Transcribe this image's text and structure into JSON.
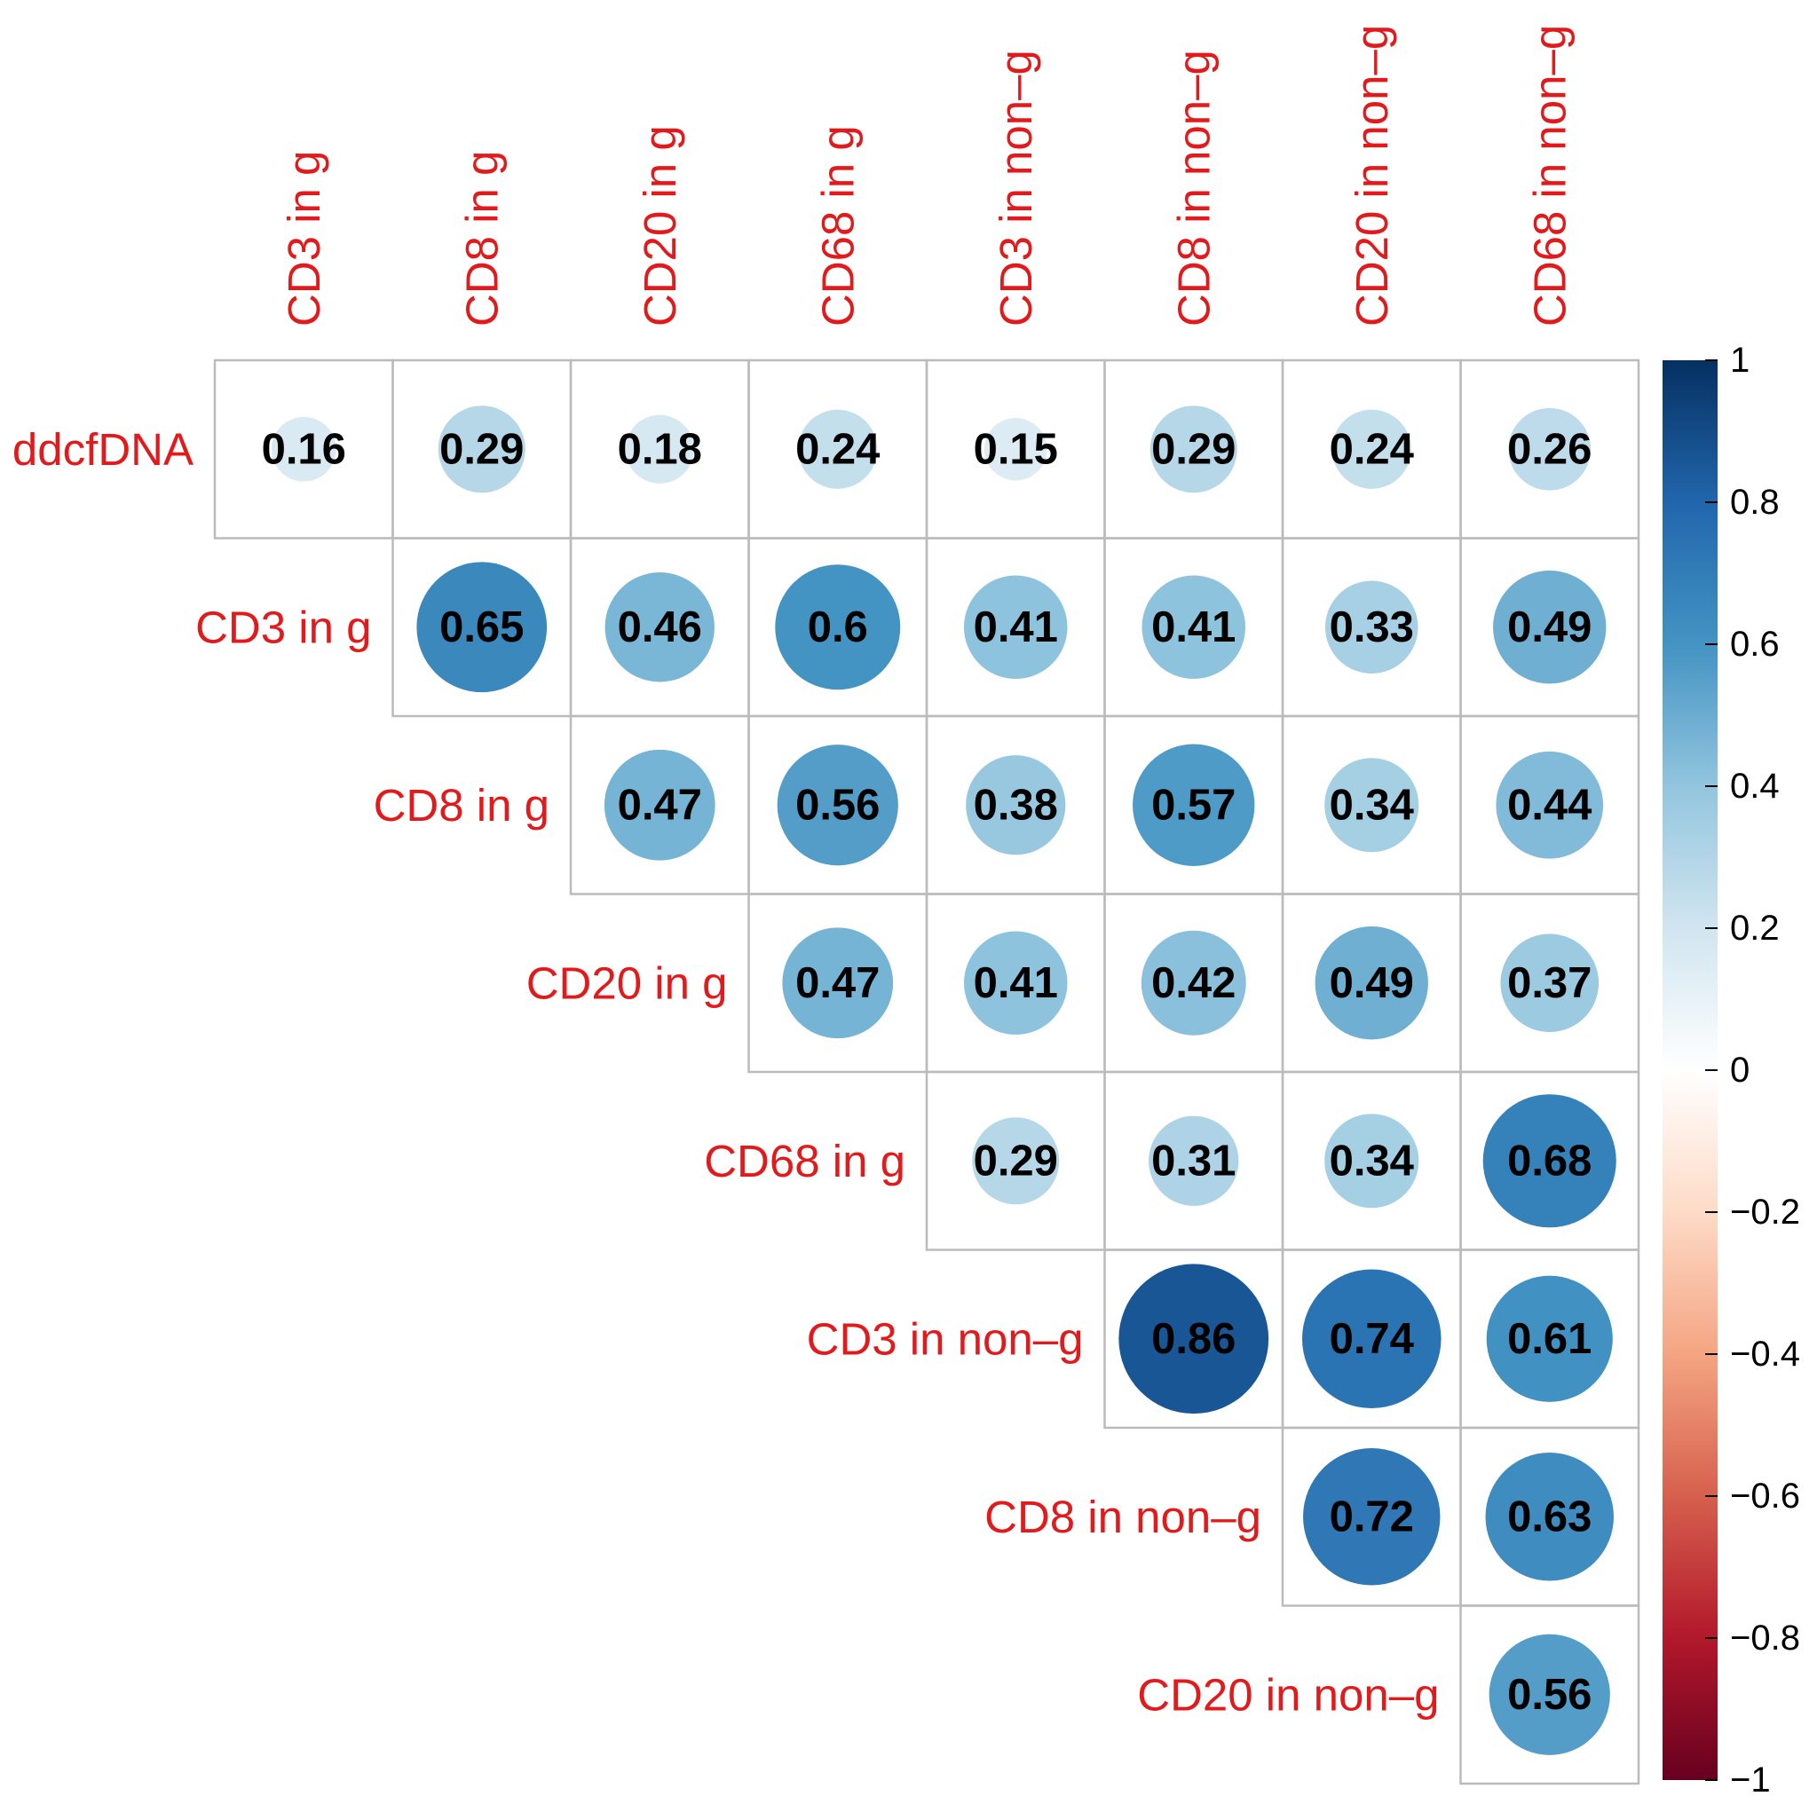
{
  "chart_data": {
    "type": "heatmap",
    "style": "correlation-circle-upper-triangle",
    "row_labels": [
      "ddcfDNA",
      "CD3 in g",
      "CD8 in g",
      "CD20 in g",
      "CD68 in g",
      "CD3 in non–g",
      "CD8 in non–g",
      "CD20 in non–g"
    ],
    "col_labels": [
      "CD3 in g",
      "CD8 in g",
      "CD20 in g",
      "CD68 in g",
      "CD3 in non–g",
      "CD8 in non–g",
      "CD20 in non–g",
      "CD68 in non–g"
    ],
    "values": [
      [
        0.16,
        0.29,
        0.18,
        0.24,
        0.15,
        0.29,
        0.24,
        0.26
      ],
      [
        0.65,
        0.46,
        0.6,
        0.41,
        0.41,
        0.33,
        0.49
      ],
      [
        0.47,
        0.56,
        0.38,
        0.57,
        0.34,
        0.44
      ],
      [
        0.47,
        0.41,
        0.42,
        0.49,
        0.37
      ],
      [
        0.29,
        0.31,
        0.34,
        0.68
      ],
      [
        0.86,
        0.74,
        0.61
      ],
      [
        0.72,
        0.63
      ],
      [
        0.56
      ]
    ],
    "value_labels": [
      [
        "0.16",
        "0.29",
        "0.18",
        "0.24",
        "0.15",
        "0.29",
        "0.24",
        "0.26"
      ],
      [
        "0.65",
        "0.46",
        "0.6",
        "0.41",
        "0.41",
        "0.33",
        "0.49"
      ],
      [
        "0.47",
        "0.56",
        "0.38",
        "0.57",
        "0.34",
        "0.44"
      ],
      [
        "0.47",
        "0.41",
        "0.42",
        "0.49",
        "0.37"
      ],
      [
        "0.29",
        "0.31",
        "0.34",
        "0.68"
      ],
      [
        "0.86",
        "0.74",
        "0.61"
      ],
      [
        "0.72",
        "0.63"
      ],
      [
        "0.56"
      ]
    ],
    "colorbar": {
      "range": [
        -1,
        1
      ],
      "ticks": [
        1,
        0.8,
        0.6,
        0.4,
        0.2,
        0,
        -0.2,
        -0.4,
        -0.6,
        -0.8,
        -1
      ],
      "tick_labels": [
        "1",
        "0.8",
        "0.6",
        "0.4",
        "0.2",
        "0",
        "−0.2",
        "−0.4",
        "−0.6",
        "−0.8",
        "−1"
      ],
      "colors": [
        "#67001F",
        "#B2182B",
        "#D6604D",
        "#F4A582",
        "#FDDBC7",
        "#FFFFFF",
        "#D1E5F0",
        "#92C5DE",
        "#4393C3",
        "#2166AC",
        "#053061"
      ]
    },
    "label_color": "#E31A1C",
    "grid_color": "#BBBBBB"
  }
}
